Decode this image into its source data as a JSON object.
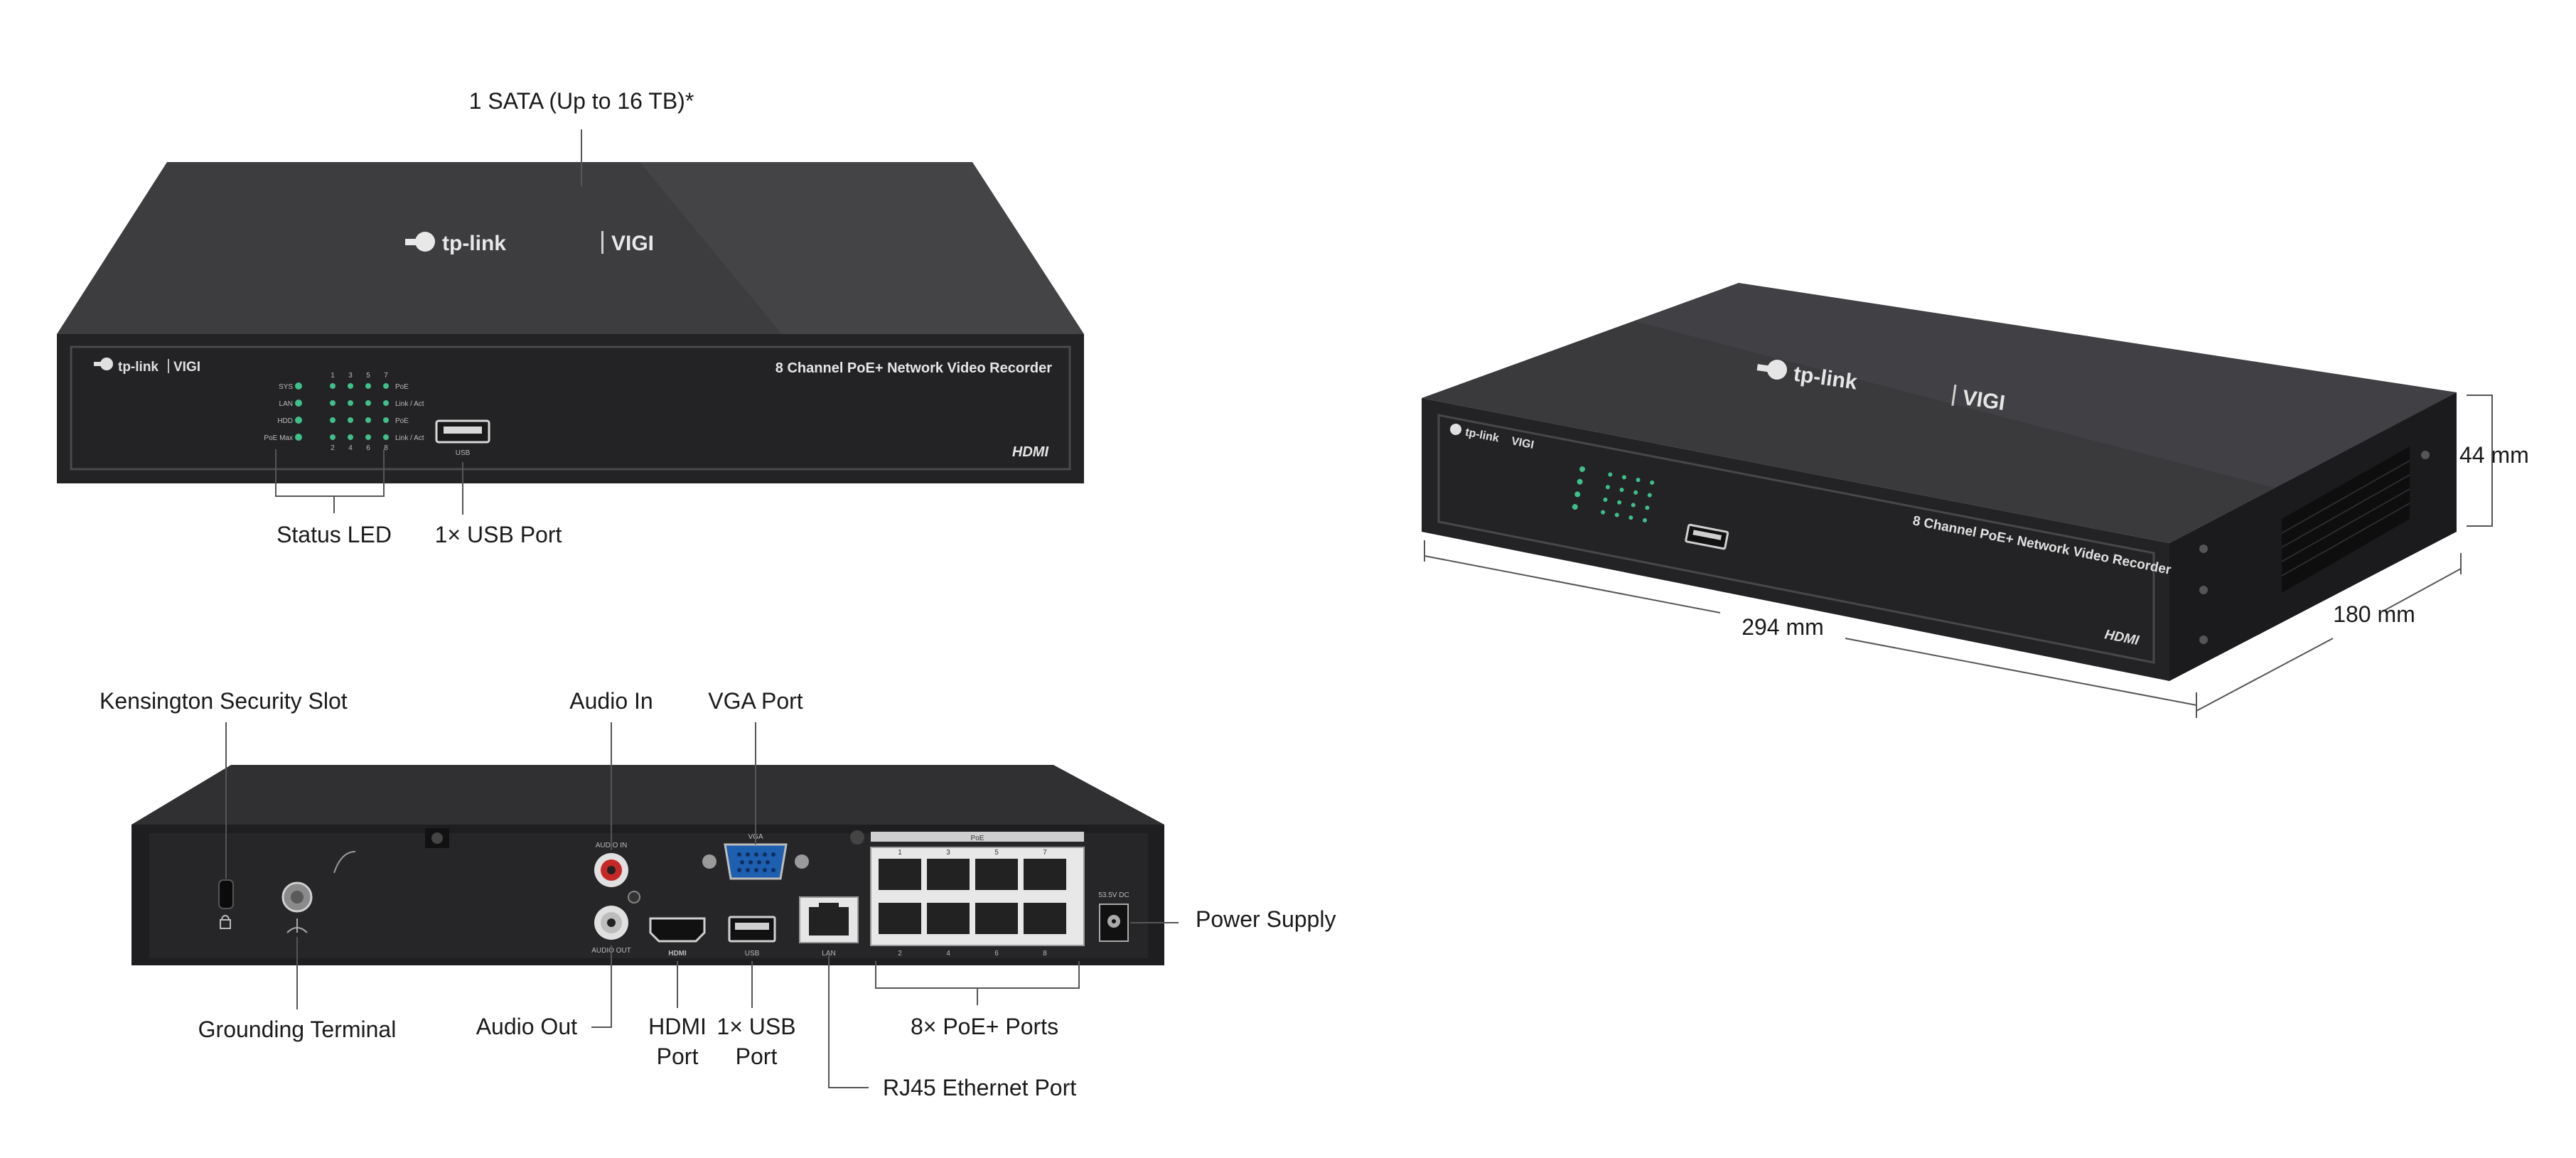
{
  "front_view": {
    "brand": "tp-link",
    "series": "VIGI",
    "product_name": "8 Channel PoE+ Network Video Recorder",
    "hdmi_logo": "HDMI",
    "usb_label": "USB",
    "led_labels_left": [
      "SYS",
      "LAN",
      "HDD",
      "PoE Max"
    ],
    "led_labels_right": [
      "PoE",
      "Link / Act",
      "PoE",
      "Link / Act"
    ],
    "port_numbers_top": [
      "1",
      "3",
      "5",
      "7"
    ],
    "port_numbers_bottom": [
      "2",
      "4",
      "6",
      "8"
    ],
    "callouts": {
      "sata": "1 SATA (Up to 16 TB)*",
      "status_led": "Status LED",
      "usb_port": "1× USB Port"
    }
  },
  "rear_view": {
    "panel_labels": {
      "audio_in": "AUDIO IN",
      "audio_out": "AUDIO OUT",
      "vga": "VGA",
      "hdmi": "HDMI",
      "usb": "USB",
      "lan": "LAN",
      "poe": "PoE",
      "dc": "53.5V DC",
      "port_numbers_top": [
        "1",
        "3",
        "5",
        "7"
      ],
      "port_numbers_bottom": [
        "2",
        "4",
        "6",
        "8"
      ]
    },
    "callouts": {
      "kensington": "Kensington Security Slot",
      "audio_in": "Audio In",
      "vga_port": "VGA Port",
      "power_supply": "Power Supply",
      "grounding": "Grounding Terminal",
      "audio_out": "Audio Out",
      "hdmi_port_l1": "HDMI",
      "hdmi_port_l2": "Port",
      "usb_port_l1": "1× USB",
      "usb_port_l2": "Port",
      "poe_ports": "8× PoE+ Ports",
      "rj45": "RJ45 Ethernet Port"
    }
  },
  "perspective_view": {
    "brand": "tp-link",
    "series": "VIGI",
    "product_name": "8 Channel PoE+ Network Video Recorder",
    "hdmi_logo": "HDMI",
    "dimensions": {
      "height": "44 mm",
      "width": "294 mm",
      "depth": "180 mm"
    }
  },
  "colors": {
    "device_body": "#2b2b2d",
    "device_top": "#3a3a3c",
    "led": "#3fbf8a",
    "port_blue": "#1f5fb0",
    "audio_red": "#c62828",
    "line": "#555555"
  }
}
